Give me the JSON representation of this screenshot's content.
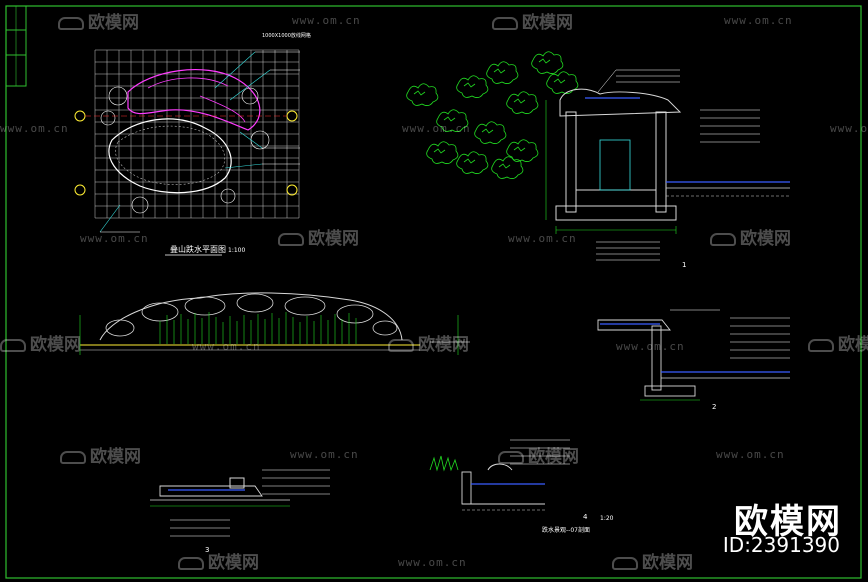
{
  "drawing": {
    "plan_title": "叠山跌水平面图",
    "plan_scale": "1:100",
    "grid_note": "1000X1000放线网格",
    "section_numbers": [
      "1",
      "2",
      "3",
      "4"
    ],
    "bottom_title": "跌水景观--07剖面",
    "bottom_scale": "1:20"
  },
  "watermark": {
    "brand": "欧模网",
    "url": "www.om.cn"
  },
  "corner_brand": {
    "name": "欧模网",
    "id_text": "ID:2391390"
  },
  "colors": {
    "frame": "#2fbf2f",
    "annotation": "#ffffff",
    "plants": "#22dd22",
    "hatch": "#d8d8d8",
    "water": "#3a5cff",
    "magenta": "#ff3cff",
    "red": "#ff3030",
    "yellow": "#ffee33",
    "cyan": "#36e0e0"
  }
}
